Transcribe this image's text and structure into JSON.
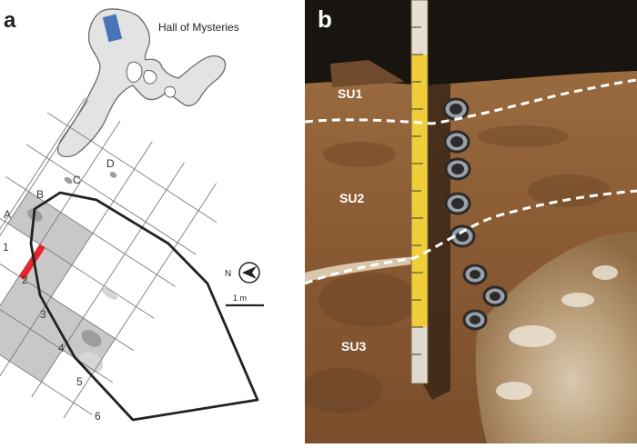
{
  "panel_a": {
    "label": "a",
    "cave_label": "Hall of Mysteries",
    "column_labels": [
      "A",
      "B",
      "C",
      "D"
    ],
    "row_labels": [
      "1",
      "2",
      "3",
      "4",
      "5",
      "6"
    ],
    "scale_label": "1 m",
    "north_label": "N"
  },
  "panel_b": {
    "label": "b",
    "unit_labels": [
      "SU1",
      "SU2",
      "SU3"
    ]
  },
  "colors": {
    "cave_fill": "#e3e3e3",
    "excavated_square": "#c8c8c8",
    "highlight_blue": "#4a74b8",
    "section_red": "#e8252d",
    "sediment": "#8a5a33",
    "cave_wall_dark": "#181410"
  },
  "icons": [
    "north-arrow-icon",
    "scale-bar-icon",
    "measuring-rod-icon"
  ]
}
